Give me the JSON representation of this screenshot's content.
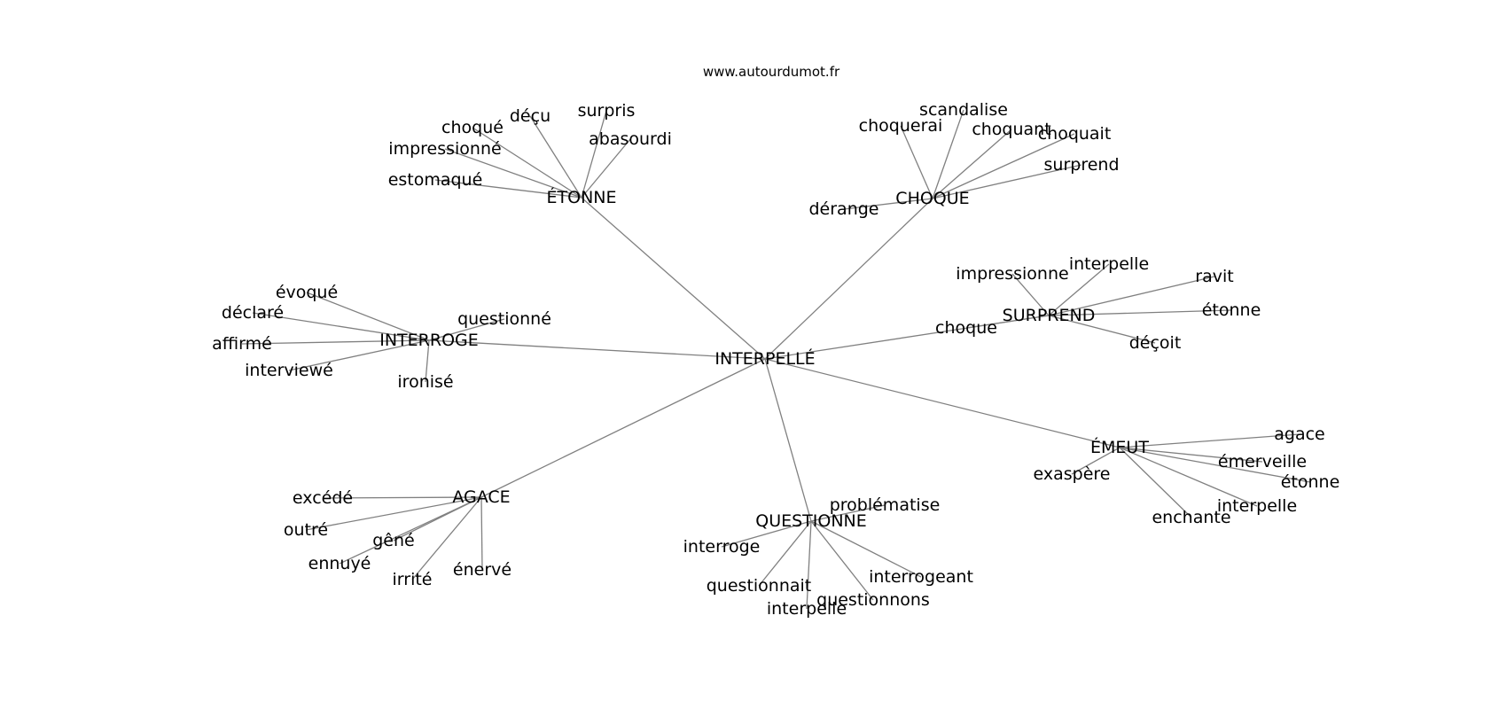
{
  "header": {
    "site": "www.autourdumot.fr"
  },
  "graph": {
    "center": "INTERPELLÉ",
    "clusters": [
      {
        "hub": "ÉTONNE",
        "leaves": [
          "surpris",
          "déçu",
          "choqué",
          "impressionné",
          "abasourdi",
          "estomaqué"
        ]
      },
      {
        "hub": "CHOQUE",
        "leaves": [
          "scandalise",
          "choquerai",
          "choquant",
          "choquait",
          "surprend",
          "dérange"
        ]
      },
      {
        "hub": "SURPREND",
        "leaves": [
          "impressionne",
          "interpelle",
          "ravit",
          "étonne",
          "choque",
          "déçoit"
        ]
      },
      {
        "hub": "INTERROGE",
        "leaves": [
          "évoqué",
          "déclaré",
          "questionné",
          "affirmé",
          "interviewé",
          "ironisé"
        ]
      },
      {
        "hub": "ÉMEUT",
        "leaves": [
          "agace",
          "émerveille",
          "étonne",
          "exaspère",
          "interpelle",
          "enchante"
        ]
      },
      {
        "hub": "AGACE",
        "leaves": [
          "excédé",
          "outré",
          "gêné",
          "ennuyé",
          "irrité",
          "énervé"
        ]
      },
      {
        "hub": "QUESTIONNE",
        "leaves": [
          "problématise",
          "interroge",
          "interrogeant",
          "questionnait",
          "questionnons",
          "interpelle"
        ]
      }
    ]
  }
}
